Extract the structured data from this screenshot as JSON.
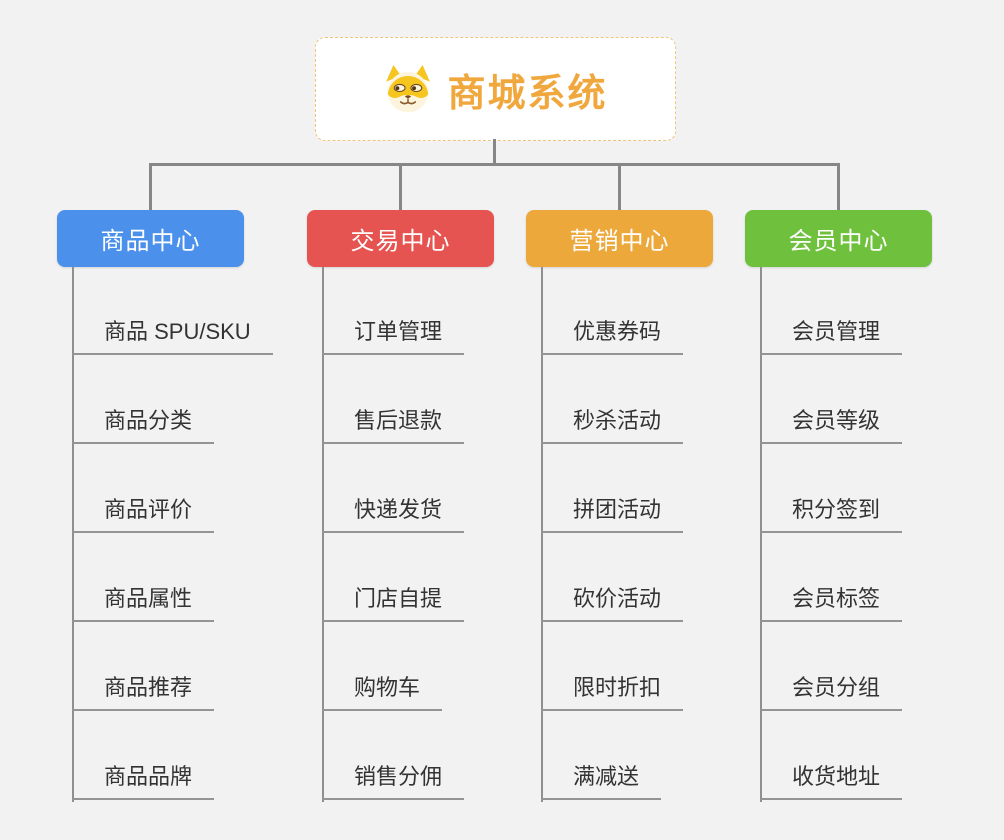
{
  "root": {
    "title": "商城系统",
    "icon": "dog-face-icon"
  },
  "branches": [
    {
      "label": "商品中心",
      "color": "#4b90ea",
      "items": [
        "商品 SPU/SKU",
        "商品分类",
        "商品评价",
        "商品属性",
        "商品推荐",
        "商品品牌"
      ]
    },
    {
      "label": "交易中心",
      "color": "#e55451",
      "items": [
        "订单管理",
        "售后退款",
        "快递发货",
        "门店自提",
        "购物车",
        "销售分佣"
      ]
    },
    {
      "label": "营销中心",
      "color": "#eda83c",
      "items": [
        "优惠券码",
        "秒杀活动",
        "拼团活动",
        "砍价活动",
        "限时折扣",
        "满减送"
      ]
    },
    {
      "label": "会员中心",
      "color": "#6fc13d",
      "items": [
        "会员管理",
        "会员等级",
        "积分签到",
        "会员标签",
        "会员分组",
        "收货地址"
      ]
    }
  ],
  "colors": {
    "background": "#f2f2f2",
    "root_border": "#eec578",
    "root_text": "#f0a83e",
    "connector": "#878787",
    "item_text": "#333333",
    "item_underline": "#949494"
  }
}
